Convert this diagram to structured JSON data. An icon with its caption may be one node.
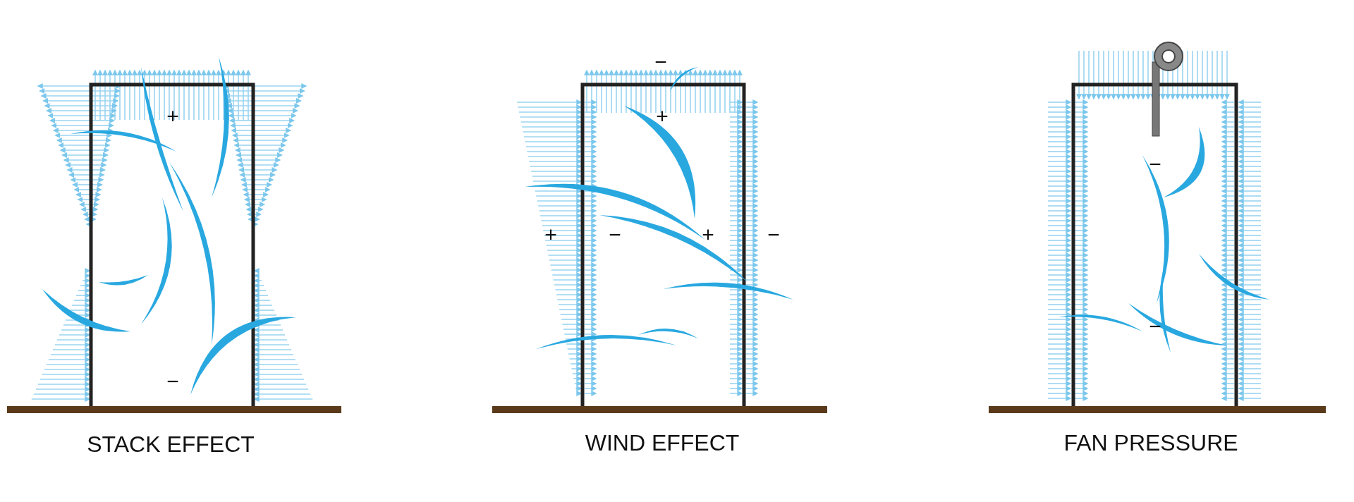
{
  "diagram": {
    "labels": [
      "+",
      "−",
      "STACK EFFECT",
      "−",
      "+",
      "+",
      "−",
      "+",
      "−",
      "WIND EFFECT",
      "−",
      "−",
      "FAN PRESSURE"
    ]
  }
}
